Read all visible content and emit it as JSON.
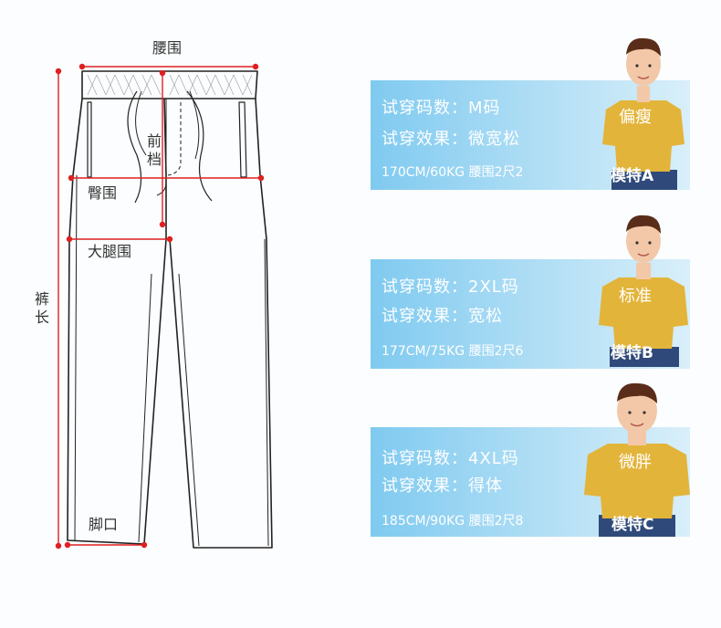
{
  "measurements": {
    "waist": "腰围",
    "front_rise": "前档",
    "hip": "臀围",
    "thigh": "大腿围",
    "length": "裤长",
    "hem": "脚口"
  },
  "colors": {
    "measure_line": "#e02020",
    "card_gradient_start": "#7fcaf0",
    "card_gradient_end": "#d9effa",
    "shirt": "#e3b43a",
    "jeans": "#2f4a7a"
  },
  "models": [
    {
      "size": "试穿码数：M码",
      "effect": "试穿效果：微宽松",
      "stats": "170CM/60KG  腰围2尺2",
      "body_type": "偏瘦",
      "tag": "模特A"
    },
    {
      "size": "试穿码数：2XL码",
      "effect": "试穿效果：宽松",
      "stats": "177CM/75KG  腰围2尺6",
      "body_type": "标准",
      "tag": "模特B"
    },
    {
      "size": "试穿码数：4XL码",
      "effect": "试穿效果：得体",
      "stats": "185CM/90KG  腰围2尺8",
      "body_type": "微胖",
      "tag": "模特C"
    }
  ]
}
